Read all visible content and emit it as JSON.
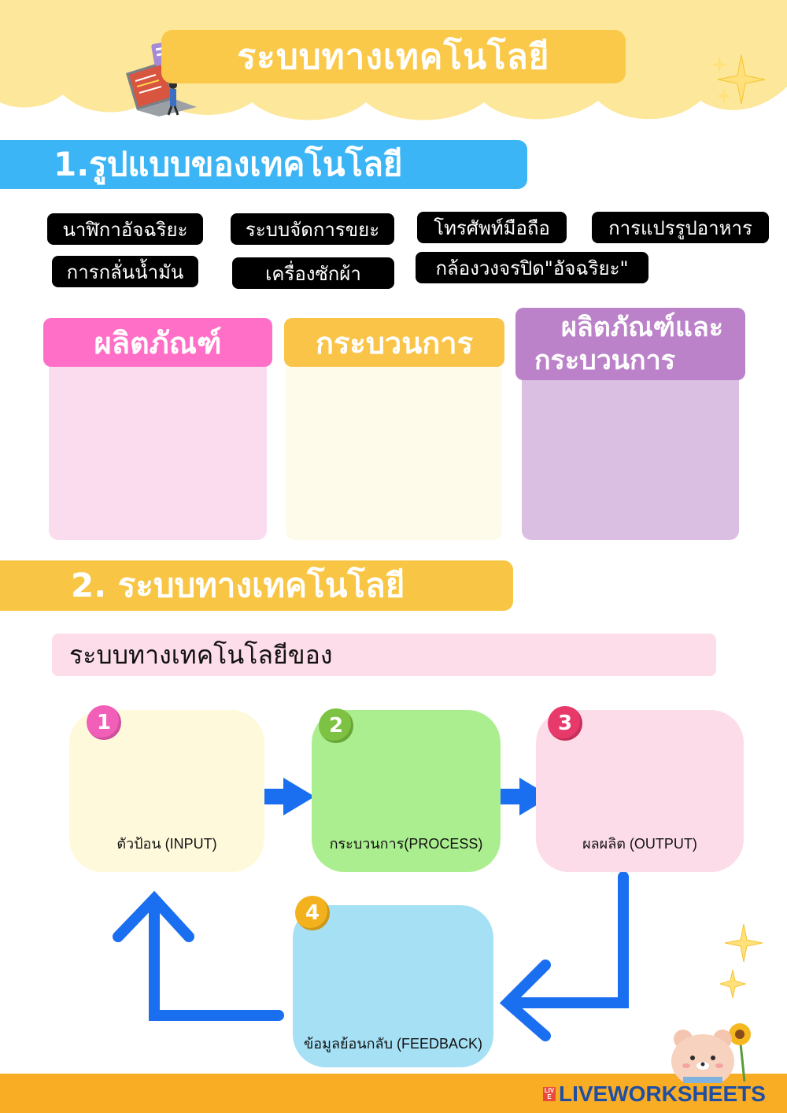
{
  "header": {
    "title": "ระบบทางเทคโนโลยี",
    "illustration": "laptop-coding-illustration",
    "decoration": "sparkle-icon"
  },
  "section1": {
    "title": "1.รูปแบบของเทคโนโลยี",
    "items": [
      "นาฬิกาอัจฉริยะ",
      "ระบบจัดการขยะ",
      "โทรศัพท์มือถือ",
      "การแปรรูปอาหาร",
      "การกลั่นน้ำมัน",
      "เครื่องซักผ้า",
      "กล้องวงจรปิด\"อัจฉริยะ\""
    ],
    "categories": [
      {
        "label": "ผลิตภัณฑ์",
        "head_color": "#ff6ec7",
        "body_color": "#fbdcef"
      },
      {
        "label": "กระบวนการ",
        "head_color": "#f9c447",
        "body_color": "#fefbea"
      },
      {
        "label_line1": "ผลิตภัณฑ์และ",
        "label_line2": "กระบวนการ",
        "head_color": "#bb82c9",
        "body_color": "#dbbfe3"
      }
    ]
  },
  "section2": {
    "title": "2. ระบบทางเทคโนโลยี",
    "subtitle": "ระบบทางเทคโนโลยีของ",
    "nodes": [
      {
        "number": "1",
        "label": "ตัวป้อน (INPUT)",
        "color": "#fff9dc",
        "badge_color": "#f25fb8"
      },
      {
        "number": "2",
        "label": "กระบวนการ(PROCESS)",
        "color": "#abee8f",
        "badge_color": "#7dc242"
      },
      {
        "number": "3",
        "label": "ผลผลิต (OUTPUT)",
        "color": "#fddcea",
        "badge_color": "#e83a6a"
      },
      {
        "number": "4",
        "label": "ข้อมูลย้อนกลับ (FEEDBACK)",
        "color": "#a5e0f5",
        "badge_color": "#f3b21d"
      }
    ],
    "arrow_color": "#1a6ef0"
  },
  "footer": {
    "brand": "LIVEWORKSHEETS",
    "logo_badge": "LIVE",
    "mascot": "teddy-bear-with-sunflower-illustration"
  }
}
